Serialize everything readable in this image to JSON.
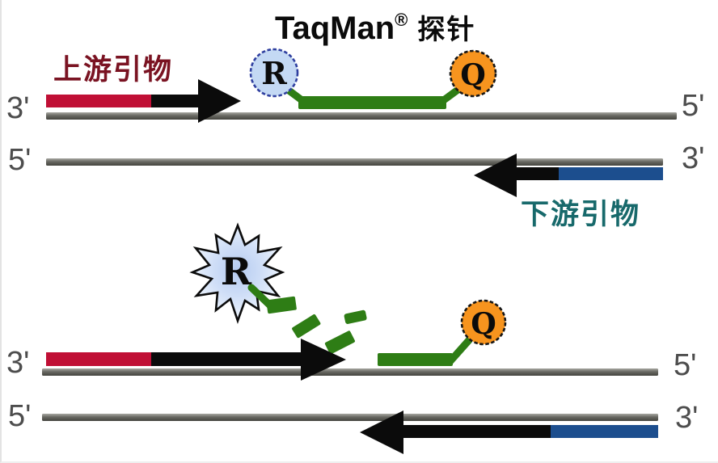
{
  "title": {
    "product": "TaqMan",
    "registered_mark": "®",
    "probe_word": "探针"
  },
  "top_duplex": {
    "forward_primer_label": "上游引物",
    "reverse_primer_label": "下游引物",
    "reporter_label": "R",
    "quencher_label": "Q",
    "template_strand": {
      "left_end": "3'",
      "right_end": "5'"
    },
    "complement_strand": {
      "left_end": "5'",
      "right_end": "3'"
    }
  },
  "bottom_duplex": {
    "reporter_label": "R",
    "quencher_label": "Q",
    "template_strand": {
      "left_end": "3'",
      "right_end": "5'"
    },
    "complement_strand": {
      "left_end": "5'",
      "right_end": "3'"
    }
  },
  "colors": {
    "forward_primer_red": "#c00f35",
    "forward_label_dark_red": "#7a1322",
    "reverse_primer_blue": "#1c4e8e",
    "reverse_label_teal": "#17696b",
    "probe_green": "#2e7d15",
    "reporter_fill_light_blue": "#c4d9f4",
    "reporter_border_navy": "#2f3f9f",
    "quencher_orange": "#f7941e",
    "template_strand_gray": "#62625c",
    "polymerase_arrow_black": "#0b0b0b",
    "flash_burst_blue_white": "#cfdef7"
  }
}
